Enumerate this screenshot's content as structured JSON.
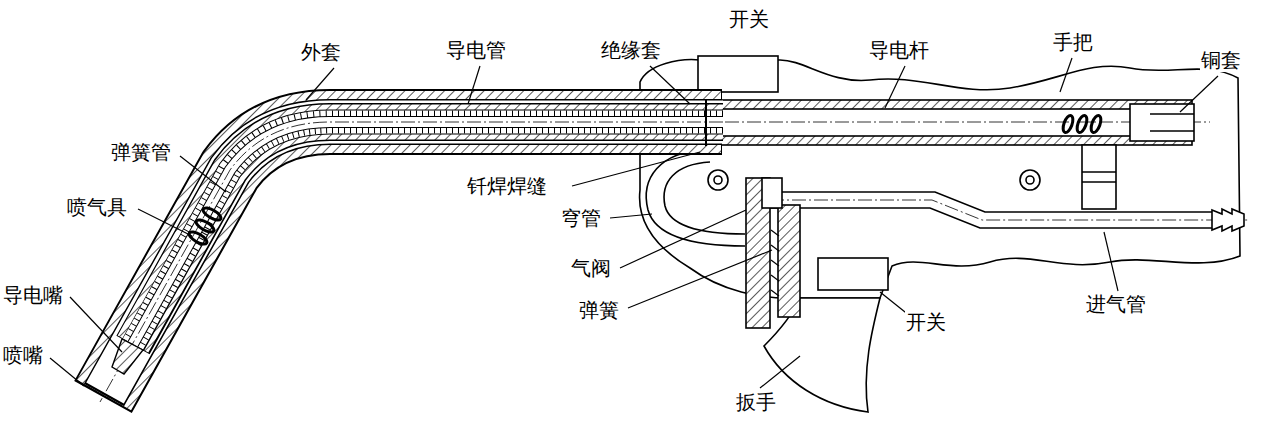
{
  "diagram": {
    "labels": [
      "外套",
      "导电管",
      "绝缘套",
      "开关",
      "导电杆",
      "手把",
      "铜套",
      "弹簧管",
      "喷气具",
      "导电嘴",
      "喷嘴",
      "钎焊焊缝",
      "穹管",
      "气阀",
      "弹簧",
      "开关",
      "进气管",
      "扳手"
    ]
  }
}
